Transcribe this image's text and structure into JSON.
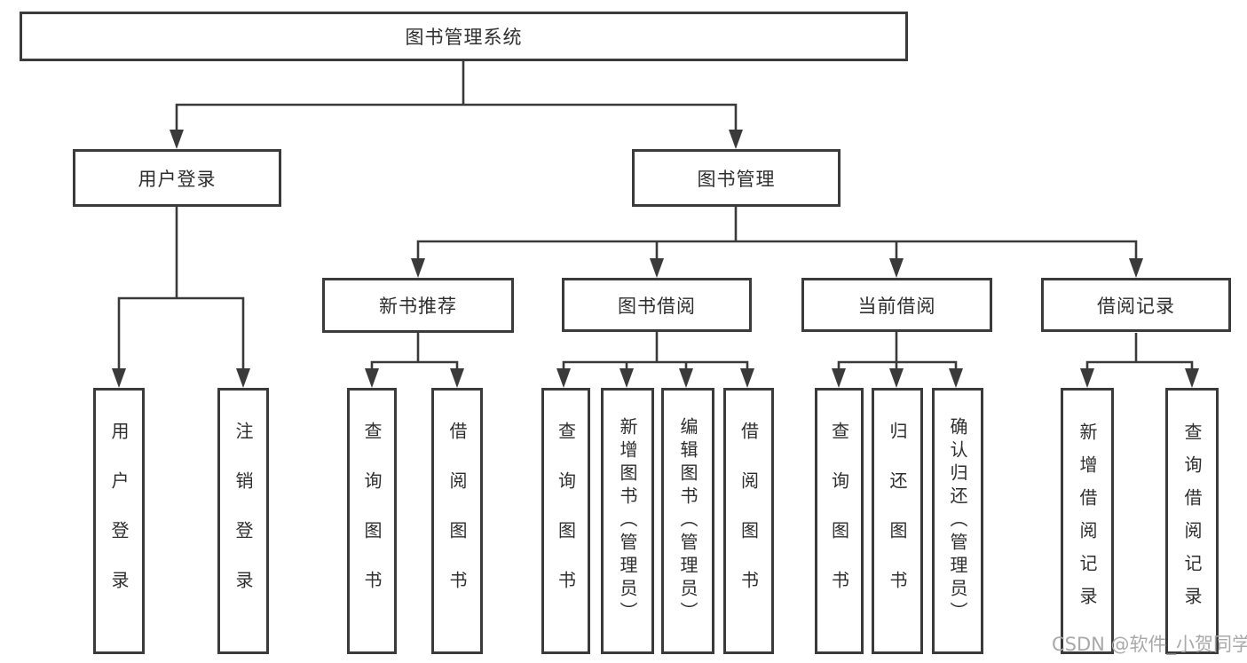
{
  "diagram": {
    "root": {
      "label": "图书管理系统"
    },
    "branches": [
      {
        "label": "用户登录",
        "children": [
          {
            "label": "用户登录"
          },
          {
            "label": "注销登录"
          }
        ]
      },
      {
        "label": "图书管理",
        "children": [
          {
            "label": "新书推荐",
            "children": [
              {
                "label": "查询图书"
              },
              {
                "label": "借阅图书"
              }
            ]
          },
          {
            "label": "图书借阅",
            "children": [
              {
                "label": "查询图书"
              },
              {
                "label": "新增图书（管理员）"
              },
              {
                "label": "编辑图书（管理员）"
              },
              {
                "label": "借阅图书"
              }
            ]
          },
          {
            "label": "当前借阅",
            "children": [
              {
                "label": "查询图书"
              },
              {
                "label": "归还图书"
              },
              {
                "label": "确认归还（管理员）"
              }
            ]
          },
          {
            "label": "借阅记录",
            "children": [
              {
                "label": "新增借阅记录"
              },
              {
                "label": "查询借阅记录"
              }
            ]
          }
        ]
      }
    ]
  },
  "watermark": "CSDN @软件_小贺同学",
  "colors": {
    "line": "#3a3a3a",
    "border": "#3b3b3b",
    "box_bg": "#ffffff",
    "text": "#2e2e2e",
    "watermark": "#a9a9a9"
  }
}
